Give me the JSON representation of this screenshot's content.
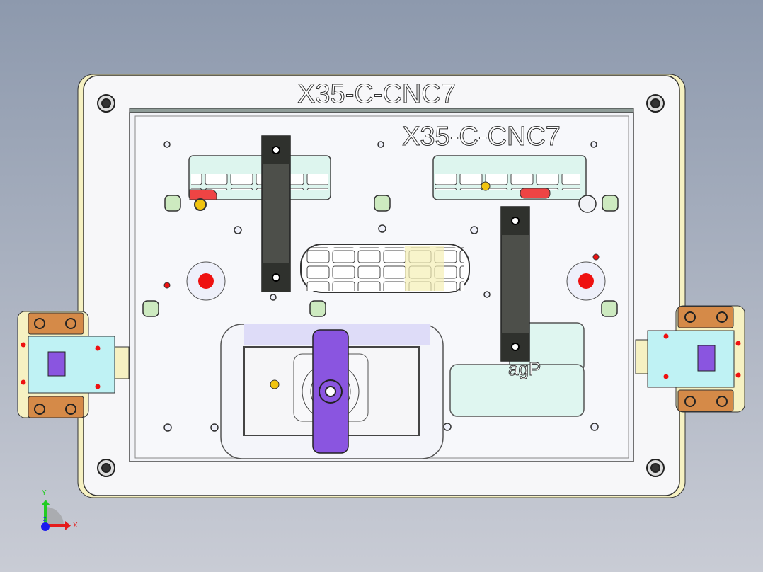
{
  "part": {
    "plate_label": "X35-C-CNC7",
    "inner_plate_label": "X35-C-CNC7",
    "pocket_label": "agP"
  },
  "triad": {
    "x_label": "X",
    "y_label": "Y",
    "z_label": "Z"
  },
  "colors": {
    "background_top": "#8d99ad",
    "background_bottom": "#c9ccd5",
    "handle_purple": "#8a55e0",
    "clamp_orange": "#d58a48",
    "clamp_cyan": "#bff2f4",
    "locator_red": "#ee1111",
    "fixture_yellow": "#f6f1c2"
  }
}
